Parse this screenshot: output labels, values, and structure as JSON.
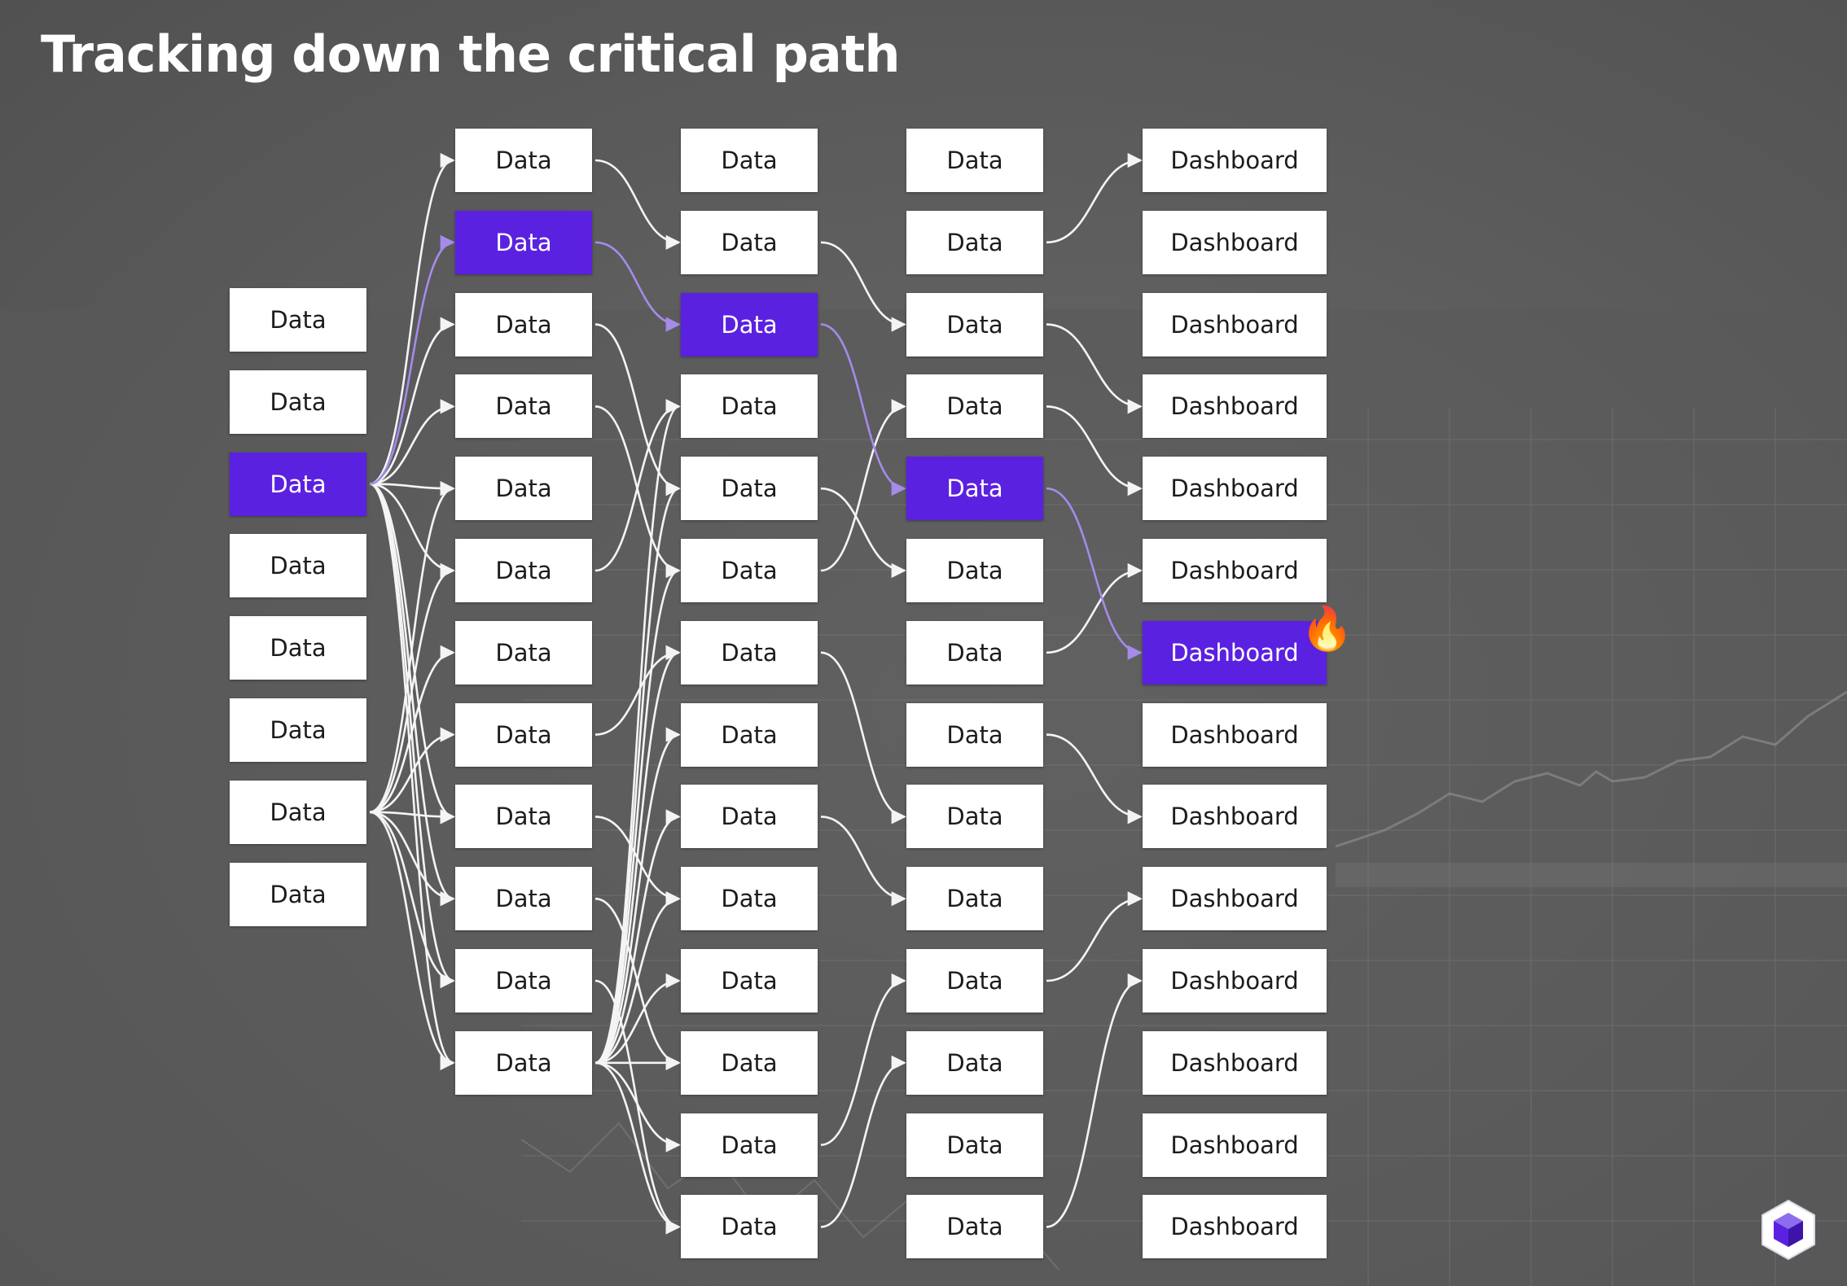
{
  "title": "Tracking down the critical path",
  "colors": {
    "highlight": "#5b21e0",
    "highlight_edge": "#a58bea",
    "edge": "#f4f4f4",
    "node": "#ffffff"
  },
  "icons": {
    "flame": "fire-emoji-icon",
    "logo": "cube-logo-icon"
  },
  "flame_glyph": "🔥",
  "columns": [
    {
      "id": "c0",
      "labels": [
        "Data",
        "Data",
        "Data",
        "Data",
        "Data",
        "Data",
        "Data",
        "Data"
      ],
      "highlighted": [
        2
      ]
    },
    {
      "id": "c1",
      "labels": [
        "Data",
        "Data",
        "Data",
        "Data",
        "Data",
        "Data",
        "Data",
        "Data",
        "Data",
        "Data",
        "Data",
        "Data"
      ],
      "highlighted": [
        1
      ]
    },
    {
      "id": "c2",
      "labels": [
        "Data",
        "Data",
        "Data",
        "Data",
        "Data",
        "Data",
        "Data",
        "Data",
        "Data",
        "Data",
        "Data",
        "Data",
        "Data",
        "Data"
      ],
      "highlighted": [
        2
      ]
    },
    {
      "id": "c3",
      "labels": [
        "Data",
        "Data",
        "Data",
        "Data",
        "Data",
        "Data",
        "Data",
        "Data",
        "Data",
        "Data",
        "Data",
        "Data",
        "Data",
        "Data"
      ],
      "highlighted": [
        4
      ]
    },
    {
      "id": "c4",
      "labels": [
        "Dashboard",
        "Dashboard",
        "Dashboard",
        "Dashboard",
        "Dashboard",
        "Dashboard",
        "Dashboard",
        "Dashboard",
        "Dashboard",
        "Dashboard",
        "Dashboard",
        "Dashboard",
        "Dashboard",
        "Dashboard"
      ],
      "highlighted": [
        6
      ],
      "flame_on": 6
    }
  ],
  "edges": [
    {
      "from": [
        0,
        2
      ],
      "to": [
        1,
        0
      ]
    },
    {
      "from": [
        0,
        2
      ],
      "to": [
        1,
        1
      ],
      "critical": true
    },
    {
      "from": [
        0,
        2
      ],
      "to": [
        1,
        2
      ]
    },
    {
      "from": [
        0,
        2
      ],
      "to": [
        1,
        3
      ]
    },
    {
      "from": [
        0,
        2
      ],
      "to": [
        1,
        4
      ]
    },
    {
      "from": [
        0,
        2
      ],
      "to": [
        1,
        5
      ]
    },
    {
      "from": [
        0,
        2
      ],
      "to": [
        1,
        8
      ]
    },
    {
      "from": [
        0,
        2
      ],
      "to": [
        1,
        9
      ]
    },
    {
      "from": [
        0,
        2
      ],
      "to": [
        1,
        10
      ]
    },
    {
      "from": [
        0,
        2
      ],
      "to": [
        1,
        11
      ]
    },
    {
      "from": [
        0,
        6
      ],
      "to": [
        1,
        4
      ]
    },
    {
      "from": [
        0,
        6
      ],
      "to": [
        1,
        5
      ]
    },
    {
      "from": [
        0,
        6
      ],
      "to": [
        1,
        6
      ]
    },
    {
      "from": [
        0,
        6
      ],
      "to": [
        1,
        7
      ]
    },
    {
      "from": [
        0,
        6
      ],
      "to": [
        1,
        8
      ]
    },
    {
      "from": [
        0,
        6
      ],
      "to": [
        1,
        9
      ]
    },
    {
      "from": [
        0,
        6
      ],
      "to": [
        1,
        10
      ]
    },
    {
      "from": [
        0,
        6
      ],
      "to": [
        1,
        11
      ]
    },
    {
      "from": [
        1,
        0
      ],
      "to": [
        2,
        1
      ]
    },
    {
      "from": [
        1,
        1
      ],
      "to": [
        2,
        2
      ],
      "critical": true
    },
    {
      "from": [
        1,
        2
      ],
      "to": [
        2,
        4
      ]
    },
    {
      "from": [
        1,
        3
      ],
      "to": [
        2,
        5
      ]
    },
    {
      "from": [
        1,
        5
      ],
      "to": [
        2,
        3
      ]
    },
    {
      "from": [
        1,
        7
      ],
      "to": [
        2,
        6
      ]
    },
    {
      "from": [
        1,
        8
      ],
      "to": [
        2,
        9
      ]
    },
    {
      "from": [
        1,
        9
      ],
      "to": [
        2,
        11
      ]
    },
    {
      "from": [
        1,
        10
      ],
      "to": [
        2,
        13
      ]
    },
    {
      "from": [
        1,
        11
      ],
      "to": [
        2,
        3
      ]
    },
    {
      "from": [
        1,
        11
      ],
      "to": [
        2,
        4
      ]
    },
    {
      "from": [
        1,
        11
      ],
      "to": [
        2,
        5
      ]
    },
    {
      "from": [
        1,
        11
      ],
      "to": [
        2,
        6
      ]
    },
    {
      "from": [
        1,
        11
      ],
      "to": [
        2,
        7
      ]
    },
    {
      "from": [
        1,
        11
      ],
      "to": [
        2,
        8
      ]
    },
    {
      "from": [
        1,
        11
      ],
      "to": [
        2,
        9
      ]
    },
    {
      "from": [
        1,
        11
      ],
      "to": [
        2,
        10
      ]
    },
    {
      "from": [
        1,
        11
      ],
      "to": [
        2,
        11
      ]
    },
    {
      "from": [
        1,
        11
      ],
      "to": [
        2,
        12
      ]
    },
    {
      "from": [
        1,
        11
      ],
      "to": [
        2,
        13
      ]
    },
    {
      "from": [
        2,
        1
      ],
      "to": [
        3,
        2
      ]
    },
    {
      "from": [
        2,
        2
      ],
      "to": [
        3,
        4
      ],
      "critical": true
    },
    {
      "from": [
        2,
        4
      ],
      "to": [
        3,
        5
      ]
    },
    {
      "from": [
        2,
        5
      ],
      "to": [
        3,
        3
      ]
    },
    {
      "from": [
        2,
        6
      ],
      "to": [
        3,
        8
      ]
    },
    {
      "from": [
        2,
        8
      ],
      "to": [
        3,
        9
      ]
    },
    {
      "from": [
        2,
        12
      ],
      "to": [
        3,
        10
      ]
    },
    {
      "from": [
        2,
        13
      ],
      "to": [
        3,
        11
      ]
    },
    {
      "from": [
        3,
        1
      ],
      "to": [
        4,
        0
      ]
    },
    {
      "from": [
        3,
        2
      ],
      "to": [
        4,
        3
      ]
    },
    {
      "from": [
        3,
        3
      ],
      "to": [
        4,
        4
      ]
    },
    {
      "from": [
        3,
        4
      ],
      "to": [
        4,
        6
      ],
      "critical": true
    },
    {
      "from": [
        3,
        6
      ],
      "to": [
        4,
        5
      ]
    },
    {
      "from": [
        3,
        7
      ],
      "to": [
        4,
        8
      ]
    },
    {
      "from": [
        3,
        10
      ],
      "to": [
        4,
        9
      ]
    },
    {
      "from": [
        3,
        13
      ],
      "to": [
        4,
        10
      ]
    }
  ]
}
